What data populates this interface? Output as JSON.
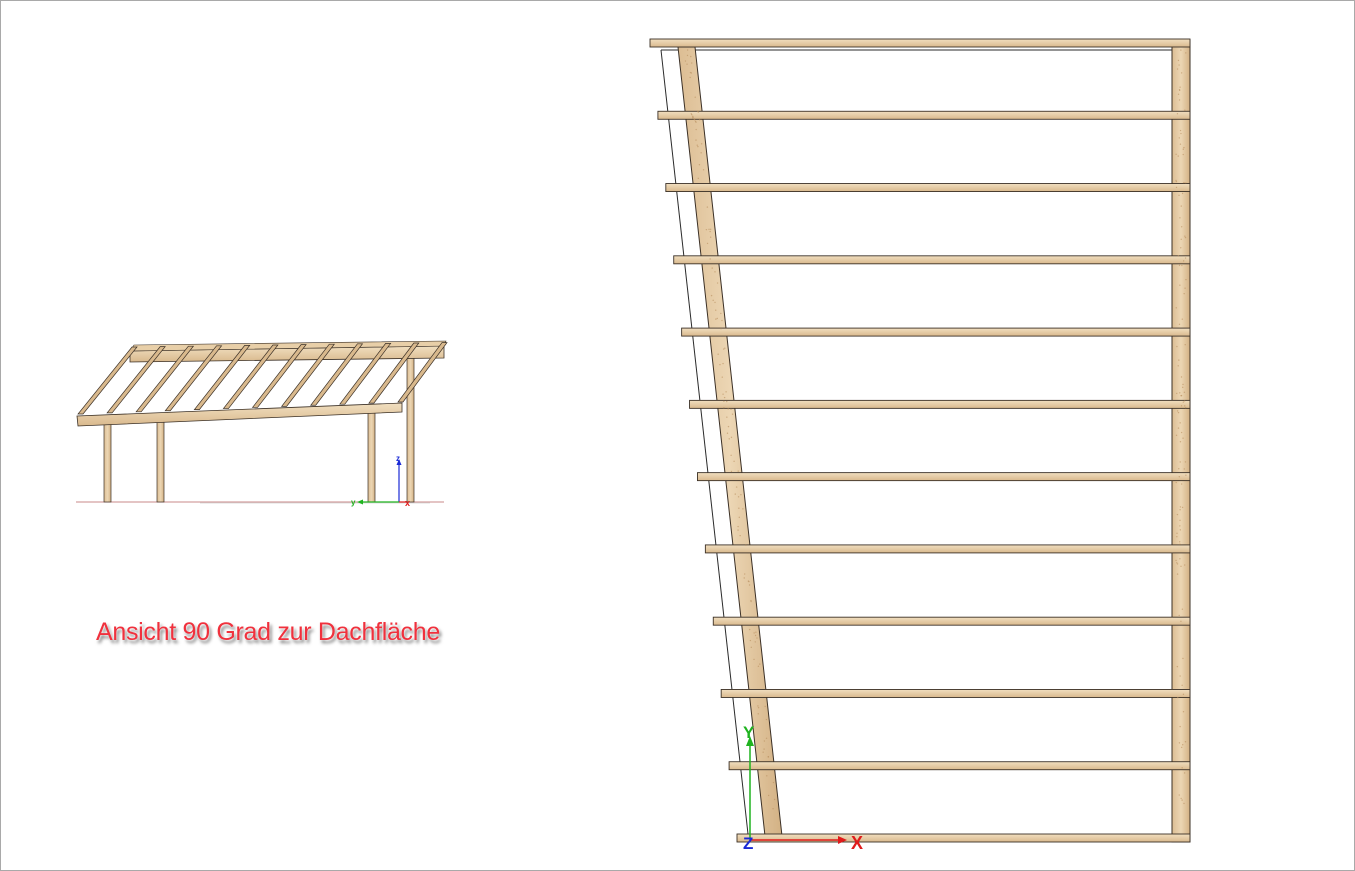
{
  "caption": "Ansicht 90 Grad zur Dachfläche",
  "axes_small": {
    "x": "x",
    "y": "y",
    "z": "z"
  },
  "axes_large": {
    "x": "X",
    "y": "Y",
    "z": "Z"
  },
  "colors": {
    "wood_light": "#ecd6b4",
    "wood_mid": "#dcbd93",
    "wood_dark": "#c7a275",
    "outline": "#3b3026",
    "axis_x": "#e01b1b",
    "axis_y": "#1fb31f",
    "axis_z": "#1a2ad6",
    "caption": "#f0313d"
  },
  "structure": {
    "battens": 12,
    "small_rafters": 12,
    "small_posts": 4
  }
}
